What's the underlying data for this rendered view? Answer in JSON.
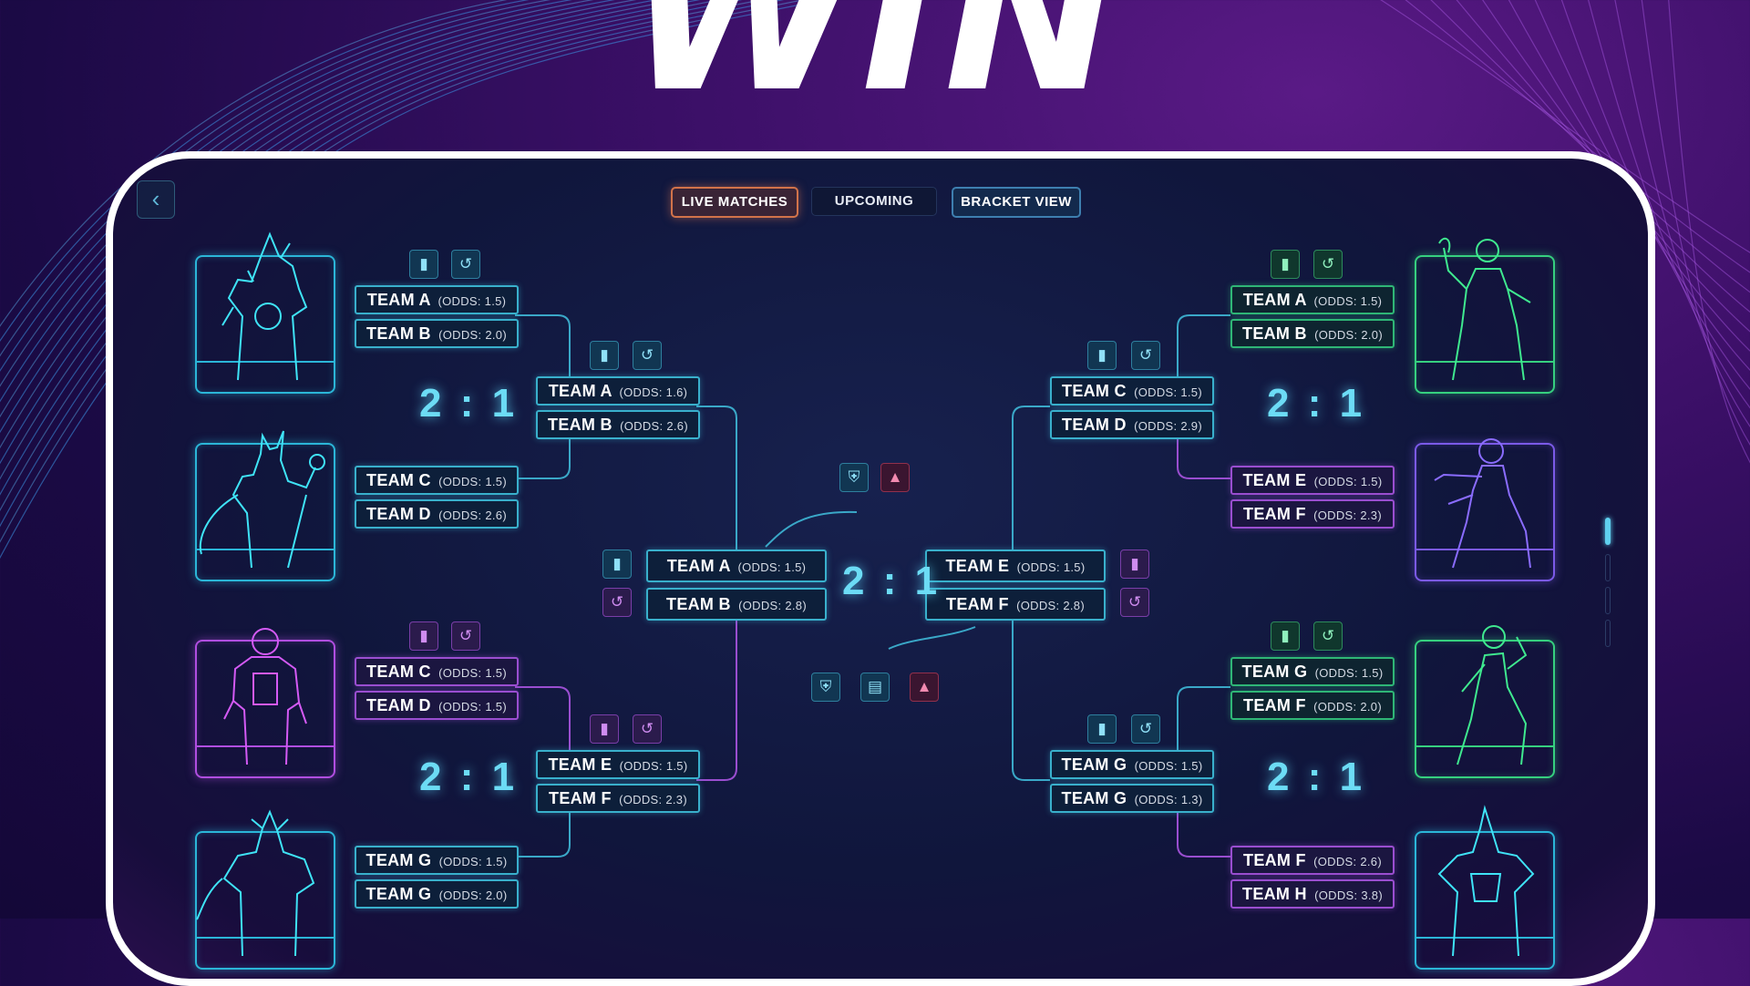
{
  "brand": {
    "logo_text": "WIN"
  },
  "tabs": {
    "live": "LIVE MATCHES",
    "upcoming": "UPCOMING",
    "bracket": "BRACKET VIEW"
  },
  "bracket": {
    "left_round1": [
      {
        "team": "TEAM A",
        "odds": "(ODDS: 1.5)"
      },
      {
        "team": "TEAM B",
        "odds": "(ODDS: 2.0)"
      },
      {
        "team": "TEAM C",
        "odds": "(ODDS: 1.5)"
      },
      {
        "team": "TEAM D",
        "odds": "(ODDS: 2.6)"
      },
      {
        "team": "TEAM C",
        "odds": "(ODDS: 1.5)"
      },
      {
        "team": "TEAM D",
        "odds": "(ODDS: 1.5)"
      },
      {
        "team": "TEAM G",
        "odds": "(ODDS: 1.5)"
      },
      {
        "team": "TEAM G",
        "odds": "(ODDS: 2.0)"
      }
    ],
    "left_round2": [
      {
        "team": "TEAM A",
        "odds": "(ODDS: 1.6)"
      },
      {
        "team": "TEAM B",
        "odds": "(ODDS: 2.6)"
      },
      {
        "team": "TEAM E",
        "odds": "(ODDS: 1.5)"
      },
      {
        "team": "TEAM F",
        "odds": "(ODDS: 2.3)"
      }
    ],
    "center_left": [
      {
        "team": "TEAM A",
        "odds": "(ODDS: 1.5)"
      },
      {
        "team": "TEAM B",
        "odds": "(ODDS: 2.8)"
      }
    ],
    "center_right": [
      {
        "team": "TEAM E",
        "odds": "(ODDS: 1.5)"
      },
      {
        "team": "TEAM F",
        "odds": "(ODDS: 2.8)"
      }
    ],
    "right_round2": [
      {
        "team": "TEAM C",
        "odds": "(ODDS: 1.5)"
      },
      {
        "team": "TEAM D",
        "odds": "(ODDS: 2.9)"
      },
      {
        "team": "TEAM G",
        "odds": "(ODDS: 1.5)"
      },
      {
        "team": "TEAM G",
        "odds": "(ODDS: 1.3)"
      }
    ],
    "right_round1": [
      {
        "team": "TEAM A",
        "odds": "(ODDS: 1.5)"
      },
      {
        "team": "TEAM B",
        "odds": "(ODDS: 2.0)"
      },
      {
        "team": "TEAM E",
        "odds": "(ODDS: 1.5)"
      },
      {
        "team": "TEAM F",
        "odds": "(ODDS: 2.3)"
      },
      {
        "team": "TEAM G",
        "odds": "(ODDS: 1.5)"
      },
      {
        "team": "TEAM F",
        "odds": "(ODDS: 2.0)"
      },
      {
        "team": "TEAM F",
        "odds": "(ODDS: 2.6)"
      },
      {
        "team": "TEAM H",
        "odds": "(ODDS: 3.8)"
      }
    ],
    "scores": {
      "left_top": "2:1",
      "left_bottom": "2:1",
      "center": "2:1",
      "right_top": "2:1",
      "right_bottom": "2:1"
    }
  },
  "icons": {
    "back": "chevron-left-icon",
    "stats": "bar-chart-icon",
    "history": "history-icon",
    "shield": "shield-icon",
    "document": "document-icon",
    "signal": "signal-chart-icon"
  },
  "colors": {
    "cyan": "#39b0cc",
    "purple": "#9a4ed0",
    "green": "#2fb676",
    "violet": "#7b5ae8",
    "live_tab": "#d2734a",
    "score": "#6cdcf5"
  }
}
